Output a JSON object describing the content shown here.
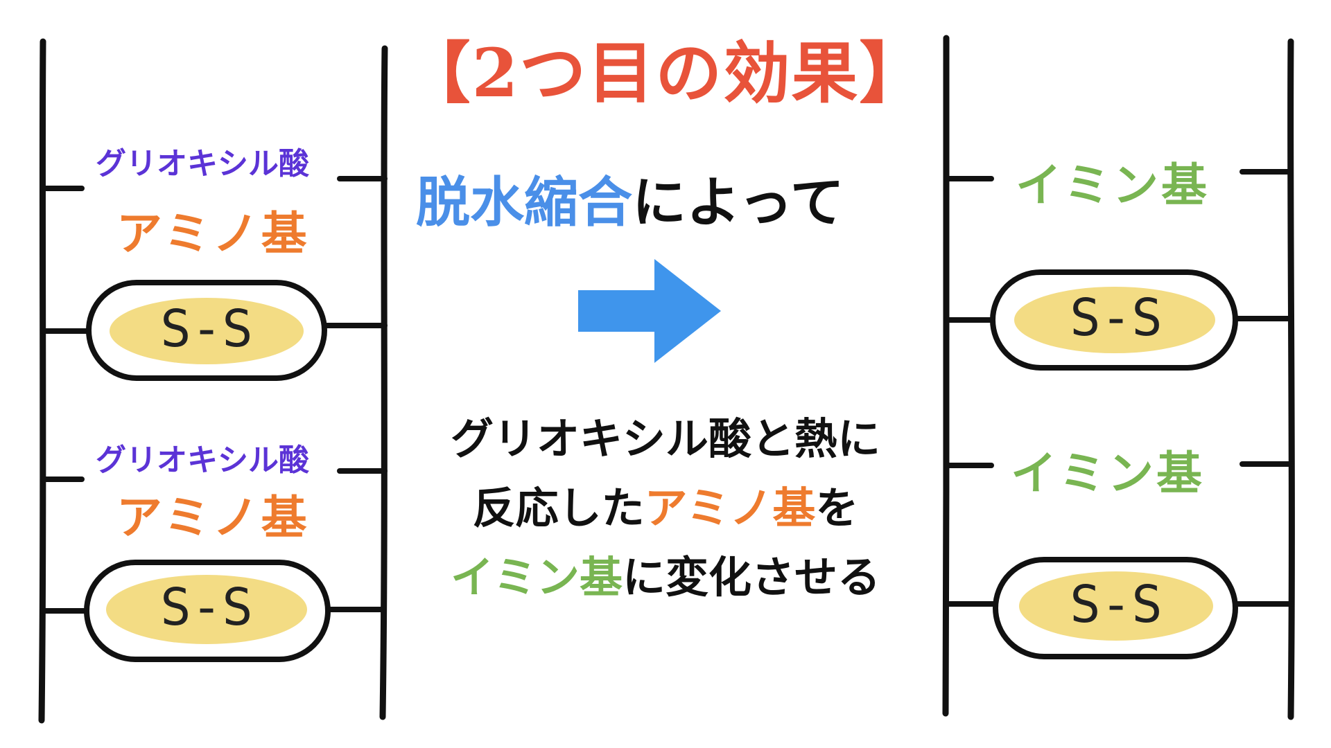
{
  "title": "【2つ目の効果】",
  "left_ladder": {
    "groups": [
      {
        "top_label": "グリオキシル酸",
        "main_label": "アミノ基",
        "bond": "S-S"
      },
      {
        "top_label": "グリオキシル酸",
        "main_label": "アミノ基",
        "bond": "S-S"
      }
    ]
  },
  "right_ladder": {
    "groups": [
      {
        "main_label": "イミン基",
        "bond": "S-S"
      },
      {
        "main_label": "イミン基",
        "bond": "S-S"
      }
    ]
  },
  "center": {
    "process_highlight": "脱水縮合",
    "process_rest": "によって",
    "arrow_icon": "right-arrow-icon",
    "description": {
      "line1": "グリオキシル酸と熱に",
      "line2_a": "反応した",
      "line2_b": "アミノ基",
      "line2_c": "を",
      "line3_a": "イミン基",
      "line3_b": "に変化させる"
    }
  },
  "colors": {
    "title": "#e8533a",
    "glyoxylic": "#5b33d6",
    "amino": "#ee7b2e",
    "imine": "#79b552",
    "process": "#4a8fe8",
    "arrow": "#3f95ec",
    "bond_fill": "#f3dc84"
  }
}
